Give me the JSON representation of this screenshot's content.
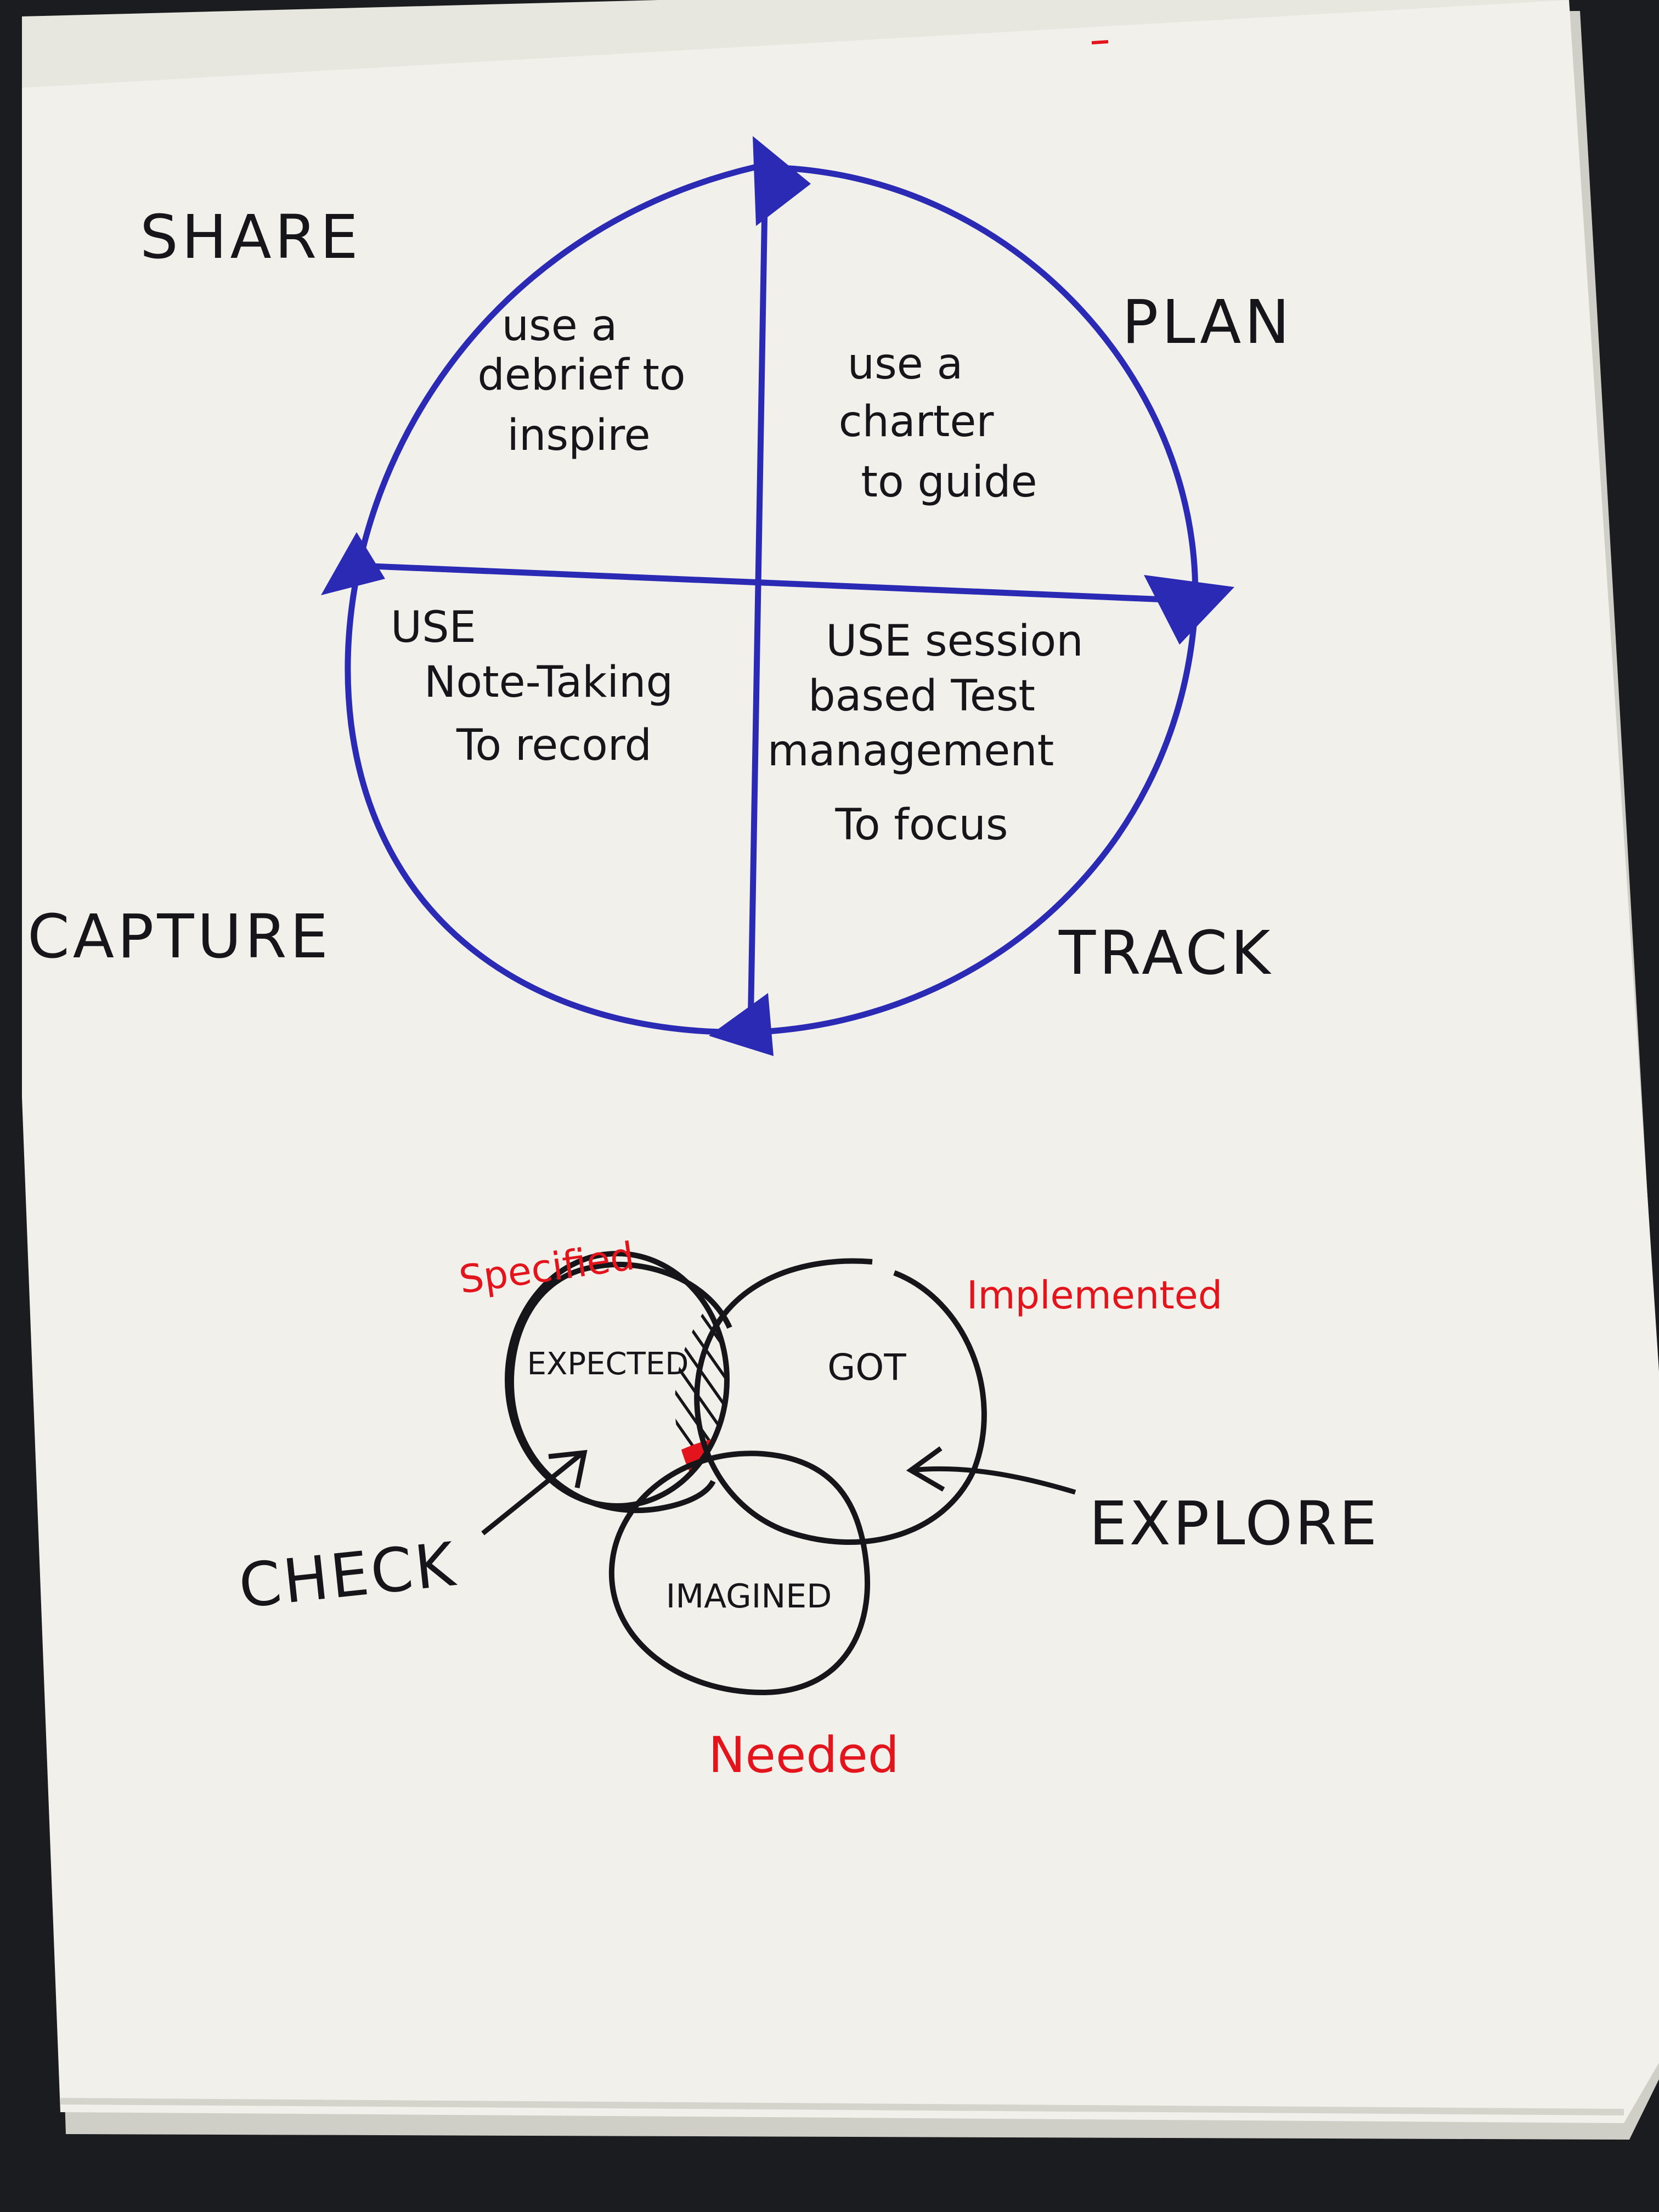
{
  "colors": {
    "paper": "#f1f0ea",
    "paper_shadow": "#dcdbd4",
    "desk": "#1b1c20",
    "ink_black": "#16161a",
    "ink_blue": "#2a2ab4",
    "ink_red": "#e3141c"
  },
  "cycle": {
    "stages": {
      "share": "SHARE",
      "plan": "PLAN",
      "capture": "CAPTURE",
      "track": "TRACK"
    },
    "quadrants": {
      "share": [
        "use a",
        "debrief to",
        "inspire"
      ],
      "plan": [
        "use a",
        "charter",
        "to guide"
      ],
      "capture": [
        "USE",
        "Note-Taking",
        "To record"
      ],
      "track": [
        "USE session",
        "based Test",
        "management",
        "To focus"
      ]
    }
  },
  "venn": {
    "circles": {
      "expected": "EXPECTED",
      "got": "GOT",
      "imagined": "IMAGINED"
    },
    "red_labels": {
      "specified": "Specified",
      "implemented": "Implemented",
      "needed": "Needed"
    },
    "actions": {
      "check": "CHECK",
      "explore": "EXPLORE"
    }
  }
}
